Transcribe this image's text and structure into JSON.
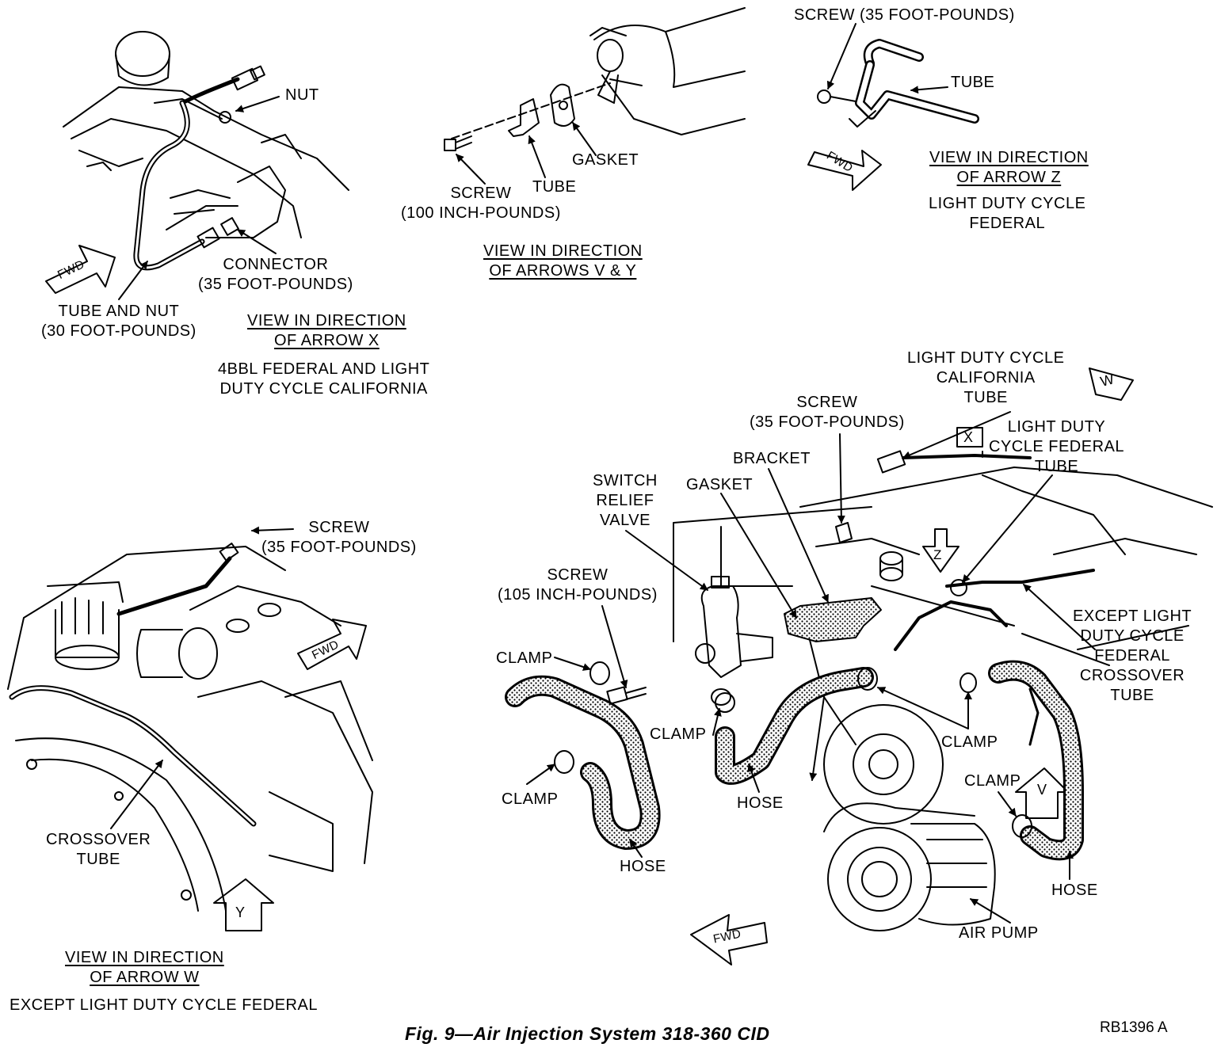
{
  "caption": "Fig. 9—Air Injection System 318-360 CID",
  "figure_code": "RB1396 A",
  "view_x": {
    "nut": "NUT",
    "connector": [
      "CONNECTOR",
      "(35 FOOT-POUNDS)"
    ],
    "tube_and_nut": [
      "TUBE AND NUT",
      "(30 FOOT-POUNDS)"
    ],
    "fwd": "FWD",
    "title": [
      "VIEW IN DIRECTION",
      "OF ARROW X"
    ],
    "subtitle": [
      "4BBL FEDERAL AND LIGHT",
      "DUTY CYCLE CALIFORNIA"
    ]
  },
  "view_vy": {
    "gasket": "GASKET",
    "tube": "TUBE",
    "screw": [
      "SCREW",
      "(100 INCH-POUNDS)"
    ],
    "title": [
      "VIEW IN DIRECTION",
      "OF ARROWS V & Y"
    ]
  },
  "view_z": {
    "screw": "SCREW (35 FOOT-POUNDS)",
    "tube": "TUBE",
    "fwd": "FWD",
    "title": [
      "VIEW IN DIRECTION",
      "OF ARROW Z"
    ],
    "subtitle": [
      "LIGHT DUTY CYCLE",
      "FEDERAL"
    ]
  },
  "view_w": {
    "screw": [
      "SCREW",
      "(35 FOOT-POUNDS)"
    ],
    "fwd": "FWD",
    "crossover": [
      "CROSSOVER",
      "TUBE"
    ],
    "arrow_y": "Y",
    "title": [
      "VIEW IN DIRECTION",
      "OF ARROW W"
    ],
    "subtitle": "EXCEPT LIGHT DUTY CYCLE FEDERAL"
  },
  "main": {
    "ldc_california_tube": [
      "LIGHT DUTY CYCLE",
      "CALIFORNIA",
      "TUBE"
    ],
    "arrow_w": "W",
    "screw_35": [
      "SCREW",
      "(35 FOOT-POUNDS)"
    ],
    "arrow_x": "X",
    "ldc_federal_tube": [
      "LIGHT DUTY",
      "CYCLE FEDERAL",
      "TUBE"
    ],
    "bracket": "BRACKET",
    "gasket": "GASKET",
    "switch_relief_valve": [
      "SWITCH",
      "RELIEF",
      "VALVE"
    ],
    "screw_105": [
      "SCREW",
      "(105 INCH-POUNDS)"
    ],
    "arrow_z": "Z",
    "clamp": "CLAMP",
    "except_ldc": [
      "EXCEPT LIGHT",
      "DUTY CYCLE",
      "FEDERAL",
      "CROSSOVER",
      "TUBE"
    ],
    "hose": "HOSE",
    "arrow_v": "V",
    "air_pump": "AIR PUMP",
    "fwd": "FWD"
  }
}
